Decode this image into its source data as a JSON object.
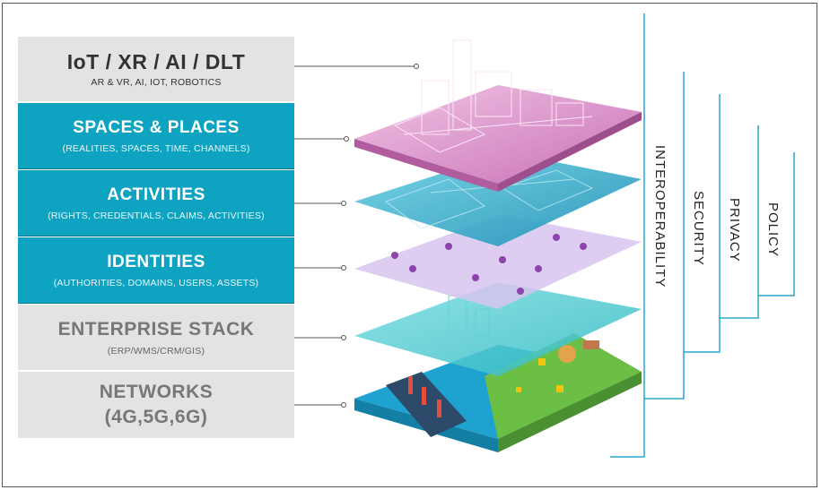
{
  "layers": [
    {
      "title": "IoT / XR / AI / DLT",
      "subtitle": "AR & VR, AI, IOT, ROBOTICS"
    },
    {
      "title": "SPACES & PLACES",
      "subtitle": "(REALITIES, SPACES, TIME, CHANNELS)"
    },
    {
      "title": "ACTIVITIES",
      "subtitle": "(RIGHTS, CREDENTIALS, CLAIMS, ACTIVITIES)"
    },
    {
      "title": "IDENTITIES",
      "subtitle": "(AUTHORITIES, DOMAINS, USERS, ASSETS)"
    },
    {
      "title": "ENTERPRISE STACK",
      "subtitle": "(ERP/WMS/CRM/GIS)"
    },
    {
      "title": "NETWORKS",
      "title2": "(4G,5G,6G)"
    }
  ],
  "pillars": [
    "INTEROPERABILITY",
    "SECURITY",
    "PRIVACY",
    "POLICY"
  ],
  "colors": {
    "teal": "#0fa3c2",
    "gray": "#e3e3e4",
    "pink": "#d88cc8",
    "lavender": "#c9b3e6",
    "cyan": "#3ec4cf",
    "green": "#6cbf45",
    "bracket": "#2aa6c9"
  }
}
